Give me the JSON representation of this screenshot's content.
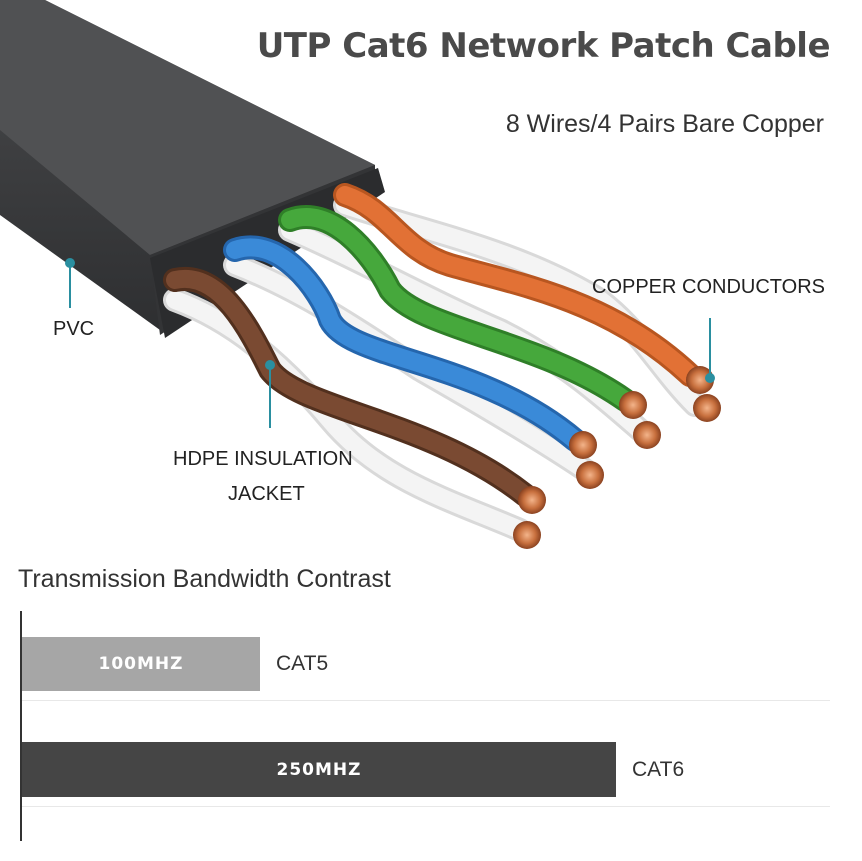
{
  "header": {
    "title": "UTP Cat6 Network Patch Cable",
    "subtitle": "8 Wires/4 Pairs Bare Copper"
  },
  "callouts": {
    "pvc": "PVC",
    "copper_conductors": "COPPER CONDUCTORS",
    "hdpe_line1": "HDPE INSULATION",
    "hdpe_line2": "JACKET"
  },
  "colors": {
    "jacket": "#3b3c3e",
    "callout": "#2a8fa0",
    "orange": "#e27135",
    "green": "#46a83c",
    "blue": "#3a8ad8",
    "brown": "#7a4a32",
    "white": "#f2f2f2",
    "copper": "#c8703e",
    "cat5_bar": "#a6a6a6",
    "cat6_bar": "#454545"
  },
  "bandwidth": {
    "title": "Transmission Bandwidth Contrast",
    "bars": [
      {
        "value_label": "100MHZ",
        "category": "CAT5",
        "value_mhz": 100
      },
      {
        "value_label": "250MHZ",
        "category": "CAT6",
        "value_mhz": 250
      }
    ]
  }
}
